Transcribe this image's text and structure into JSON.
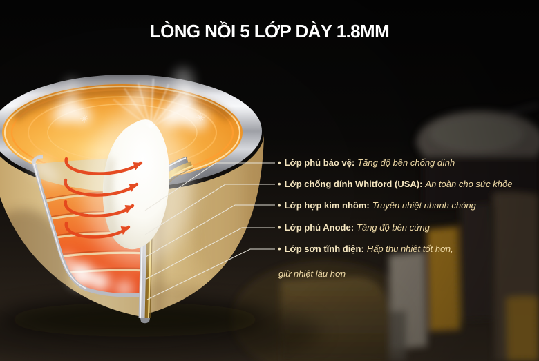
{
  "title": "LÒNG NỒI 5 LỚP DÀY 1.8MM",
  "bullet": "•",
  "layers": [
    {
      "name": "Lớp phủ bảo vệ:",
      "desc": "Tăng độ bền chống dính"
    },
    {
      "name": "Lớp chống dính Whitford (USA):",
      "desc": "An toàn cho sức khỏe"
    },
    {
      "name": "Lớp hợp kim nhôm:",
      "desc": "Truyền nhiệt nhanh chóng"
    },
    {
      "name": "Lớp phủ Anode:",
      "desc": "Tăng độ bền cứng"
    },
    {
      "name": "Lớp sơn tĩnh điện:",
      "desc": "Hấp thụ nhiệt tốt hơn,",
      "desc2": "giữ nhiệt lâu hơn"
    }
  ],
  "pot_spec": {
    "layer_count": 5,
    "thickness": "1.8MM"
  },
  "colors": {
    "title_text": "#ffffff",
    "label_name": "#f5e6c0",
    "label_desc": "#eed9a6",
    "accent_red": "#e5471d",
    "pot_tan": "#d9c18c",
    "strip_gold": "#f6dd8a",
    "interior_amber": "#f5a93a",
    "background_top": "#050505",
    "background_bottom": "#332a20"
  }
}
